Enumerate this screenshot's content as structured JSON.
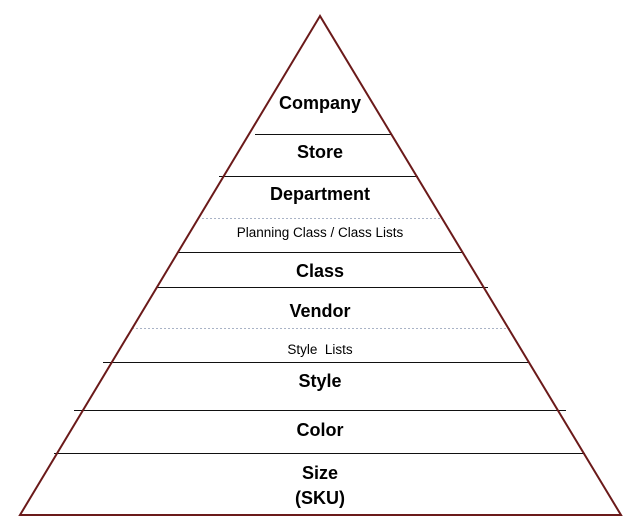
{
  "pyramid": {
    "colors": {
      "outline": "#6B1A1A",
      "divider_solid": "#111111",
      "divider_dotted": "#A9B3C6"
    },
    "levels": [
      {
        "id": "company",
        "label": "Company",
        "kind": "major"
      },
      {
        "id": "store",
        "label": "Store",
        "kind": "major"
      },
      {
        "id": "department",
        "label": "Department",
        "kind": "major"
      },
      {
        "id": "planning-class",
        "label": "Planning Class / Class Lists",
        "kind": "minor"
      },
      {
        "id": "class",
        "label": "Class",
        "kind": "major"
      },
      {
        "id": "vendor",
        "label": "Vendor",
        "kind": "major"
      },
      {
        "id": "style-lists",
        "label": "Style  Lists",
        "kind": "minor"
      },
      {
        "id": "style",
        "label": "Style",
        "kind": "major"
      },
      {
        "id": "color",
        "label": "Color",
        "kind": "major"
      },
      {
        "id": "size",
        "label": "Size",
        "sublabel": "(SKU)",
        "kind": "major"
      }
    ]
  }
}
